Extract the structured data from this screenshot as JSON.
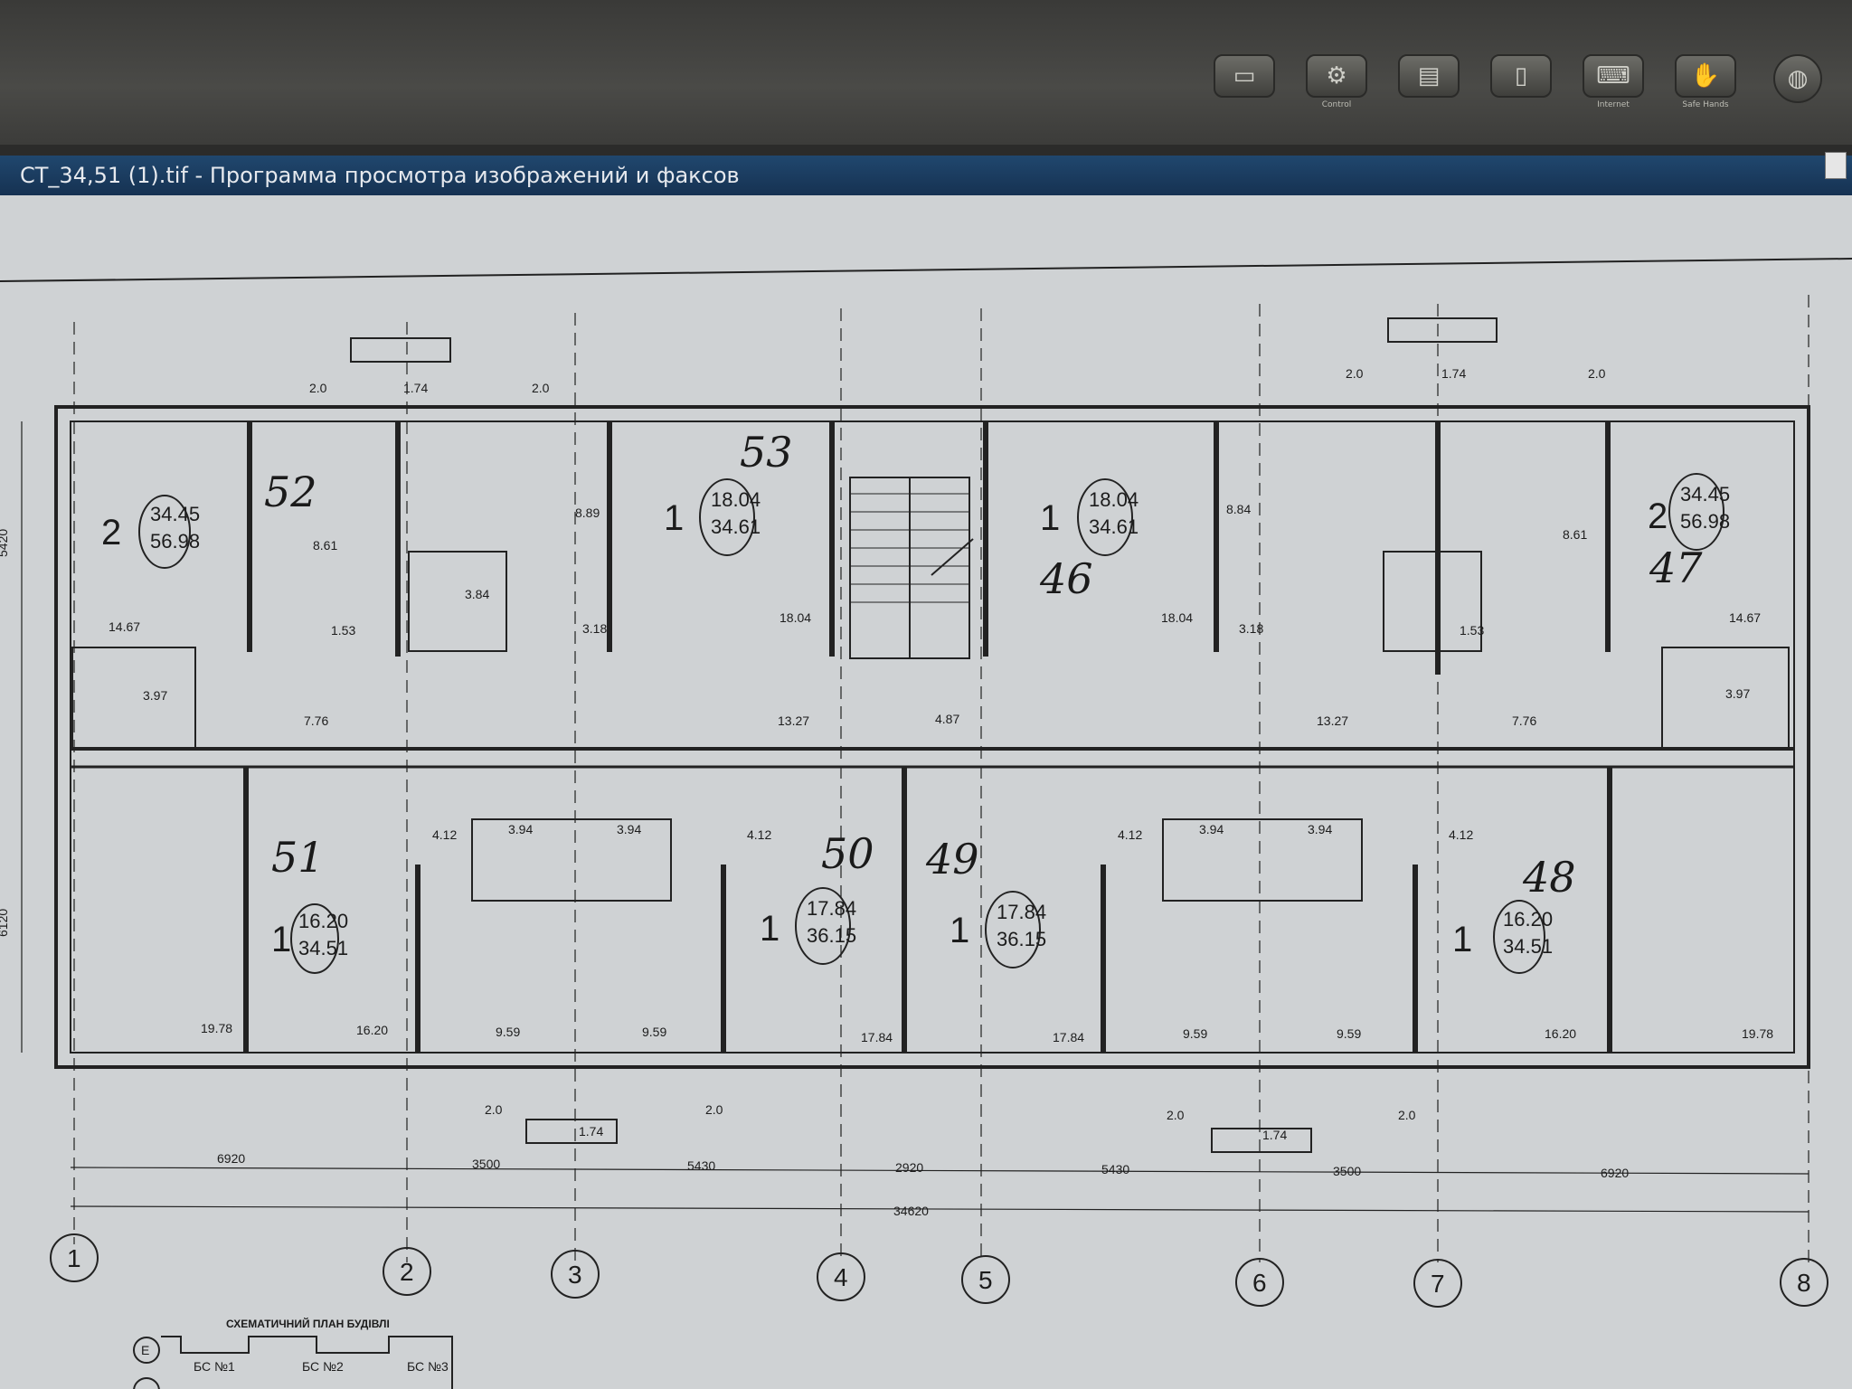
{
  "window": {
    "title": "CT_34,51 (1).tif - Программа просмотра изображений и факсов"
  },
  "tray": [
    {
      "icon": "desktop-icon",
      "label": ""
    },
    {
      "icon": "control-panel-icon",
      "label": "Control"
    },
    {
      "icon": "monitor-icon",
      "label": ""
    },
    {
      "icon": "document-icon",
      "label": ""
    },
    {
      "icon": "keyboard-icon",
      "label": "Internet"
    },
    {
      "icon": "handshake-icon",
      "label": "Safe Hands"
    },
    {
      "icon": "globe-icon",
      "label": ""
    }
  ],
  "plan": {
    "axis_labels": [
      "1",
      "2",
      "3",
      "4",
      "5",
      "6",
      "7",
      "8"
    ],
    "spans": [
      "6920",
      "3500",
      "5430",
      "2920",
      "5430",
      "3500",
      "6920"
    ],
    "total": "34620",
    "vertical_dims": [
      "5420",
      "6120"
    ],
    "apartments": [
      {
        "rooms": "2",
        "living": "34.45",
        "total": "56.98",
        "number": "52"
      },
      {
        "rooms": "1",
        "living": "18.04",
        "total": "34.61",
        "number": "53"
      },
      {
        "rooms": "1",
        "living": "18.04",
        "total": "34.61",
        "number": "46"
      },
      {
        "rooms": "2",
        "living": "34.45",
        "total": "56.98",
        "number": "47"
      },
      {
        "rooms": "1",
        "living": "16.20",
        "total": "34.51",
        "number": "51"
      },
      {
        "rooms": "1",
        "living": "17.84",
        "total": "36.15",
        "number": "50"
      },
      {
        "rooms": "1",
        "living": "17.84",
        "total": "36.15",
        "number": "49"
      },
      {
        "rooms": "1",
        "living": "16.20",
        "total": "34.51",
        "number": "48"
      }
    ],
    "room_areas": {
      "r1": "14.67",
      "r2": "3.97",
      "r3": "8.61",
      "r4": "1.53",
      "r5": "3.84",
      "r6": "8.89",
      "r7": "3.18",
      "r8": "18.04",
      "r9": "8.84",
      "r10": "3.18",
      "r11": "18.04",
      "r12": "8.61",
      "r13": "1.53",
      "r14": "14.67",
      "r15": "3.97",
      "r16": "7.76",
      "r17": "13.27",
      "r18": "4.87",
      "r19": "13.27",
      "r20": "7.76",
      "r21": "4.12",
      "r22": "3.94",
      "r23": "3.94",
      "r24": "4.12",
      "r25": "4.12",
      "r26": "3.94",
      "r27": "3.94",
      "r28": "4.12",
      "r29": "19.78",
      "r30": "16.20",
      "r31": "9.59",
      "r32": "9.59",
      "r33": "17.84",
      "r34": "17.84",
      "r35": "9.59",
      "r36": "9.59",
      "r37": "16.20",
      "r38": "19.78"
    },
    "balcony_dims": [
      "2.0",
      "1.74",
      "2.0",
      "2.0",
      "1.74",
      "2.0",
      "2.0",
      "1.74",
      "2.0",
      "2.0",
      "1.74",
      "2.0"
    ],
    "schema": {
      "title": "СХЕМАТИЧНИЙ ПЛАН БУДІВЛІ",
      "axis": "Е",
      "sections": [
        "БС №1",
        "БС №2",
        "БС №3"
      ]
    }
  }
}
